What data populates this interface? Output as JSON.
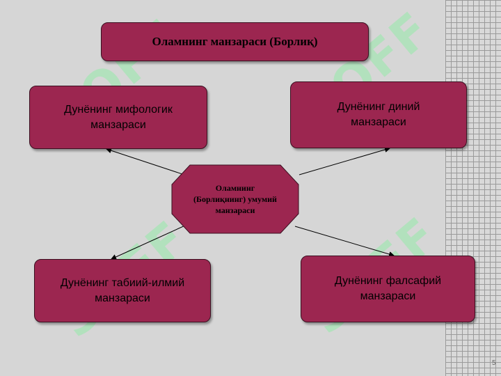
{
  "title": "Оламнинг манзараси (Борлиқ)",
  "center": {
    "line1": "Оламнинг",
    "line2": "(Борлиқнинг) умумий",
    "line3": "манзараси"
  },
  "nodes": {
    "mythological": {
      "line1": "Дунёнинг мифологик",
      "line2": "манзараси"
    },
    "religious": {
      "line1": "Дунёнинг диний",
      "line2": "манзараси"
    },
    "natural_scientific": {
      "line1": "Дунёнинг табиий-илмий",
      "line2": "манзараси"
    },
    "philosophical": {
      "line1": "Дунёнинг фалсафий",
      "line2": "манзараси"
    }
  },
  "page_number": "5",
  "watermark_text": "SOFF",
  "colors": {
    "box_fill": "#9c2650",
    "box_border": "#3a1020",
    "background": "#d6d6d6",
    "watermark": "#96ebaa"
  }
}
